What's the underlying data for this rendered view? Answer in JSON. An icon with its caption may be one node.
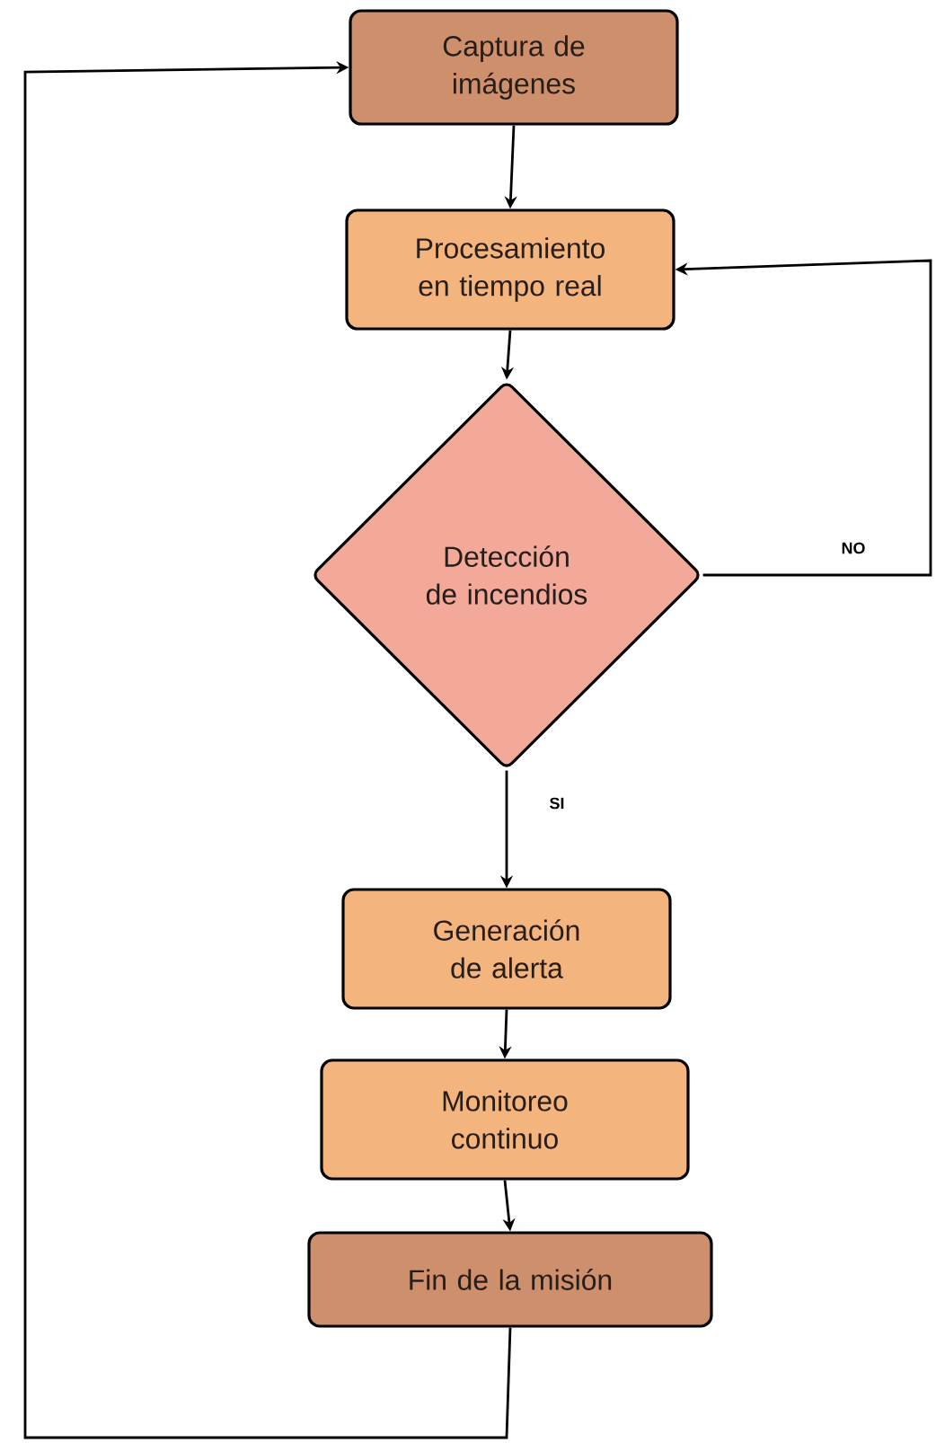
{
  "diagram": {
    "nodes": [
      {
        "text": [
          "Captura de imágenes"
        ]
      },
      {
        "text": [
          "Procesamiento en tiempo real"
        ]
      },
      {
        "text": [
          "Detección de incendios"
        ]
      },
      {
        "text": [
          "Generación de alerta"
        ]
      },
      {
        "text": [
          "Monitoreo continuo"
        ]
      },
      {
        "text": [
          "Fin de la misión"
        ]
      }
    ],
    "edges": [
      {
        "from": 0,
        "to": 1,
        "arrow": "to"
      },
      {
        "from": 1,
        "to": 2,
        "arrow": "to"
      },
      {
        "from": 2,
        "to": 3,
        "arrow": "to",
        "label": "SI"
      },
      {
        "from": 2,
        "to": 1,
        "arrow": "to",
        "label": "NO"
      },
      {
        "from": 3,
        "to": 4,
        "arrow": "to"
      },
      {
        "from": 4,
        "to": 5,
        "arrow": "to"
      },
      {
        "from": 5,
        "to": 0,
        "arrow": "to"
      }
    ]
  }
}
